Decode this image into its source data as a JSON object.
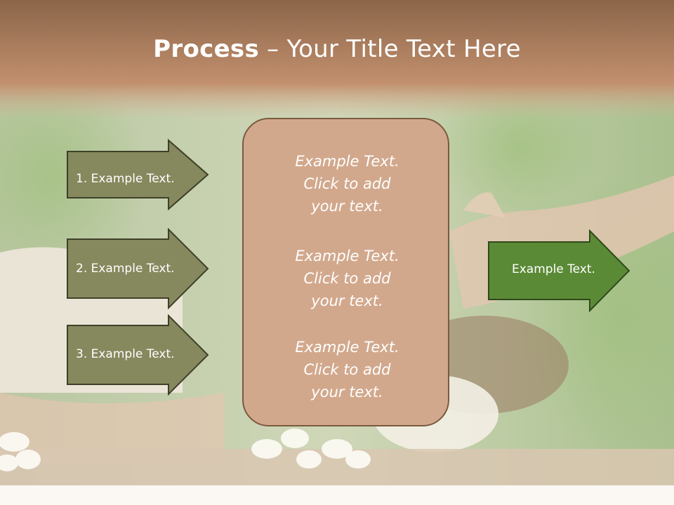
{
  "title": {
    "bold": "Process",
    "rest": "– Your Title Text Here"
  },
  "left_arrows": [
    {
      "label": "1. Example Text."
    },
    {
      "label": "2. Example Text."
    },
    {
      "label": "3. Example Text."
    }
  ],
  "center_blocks": [
    {
      "line1": "Example Text.",
      "line2": "Click  to add",
      "line3": "your text."
    },
    {
      "line1": "Example Text.",
      "line2": "Click  to add",
      "line3": "your text."
    },
    {
      "line1": "Example Text.",
      "line2": "Click  to add",
      "line3": "your text."
    }
  ],
  "right_arrow": {
    "label": "Example Text."
  },
  "colors": {
    "title_band": "#b98766",
    "left_arrow_fill": "#86885e",
    "right_arrow_fill": "#5b8a36",
    "center_box_fill": "#d2a88c"
  }
}
